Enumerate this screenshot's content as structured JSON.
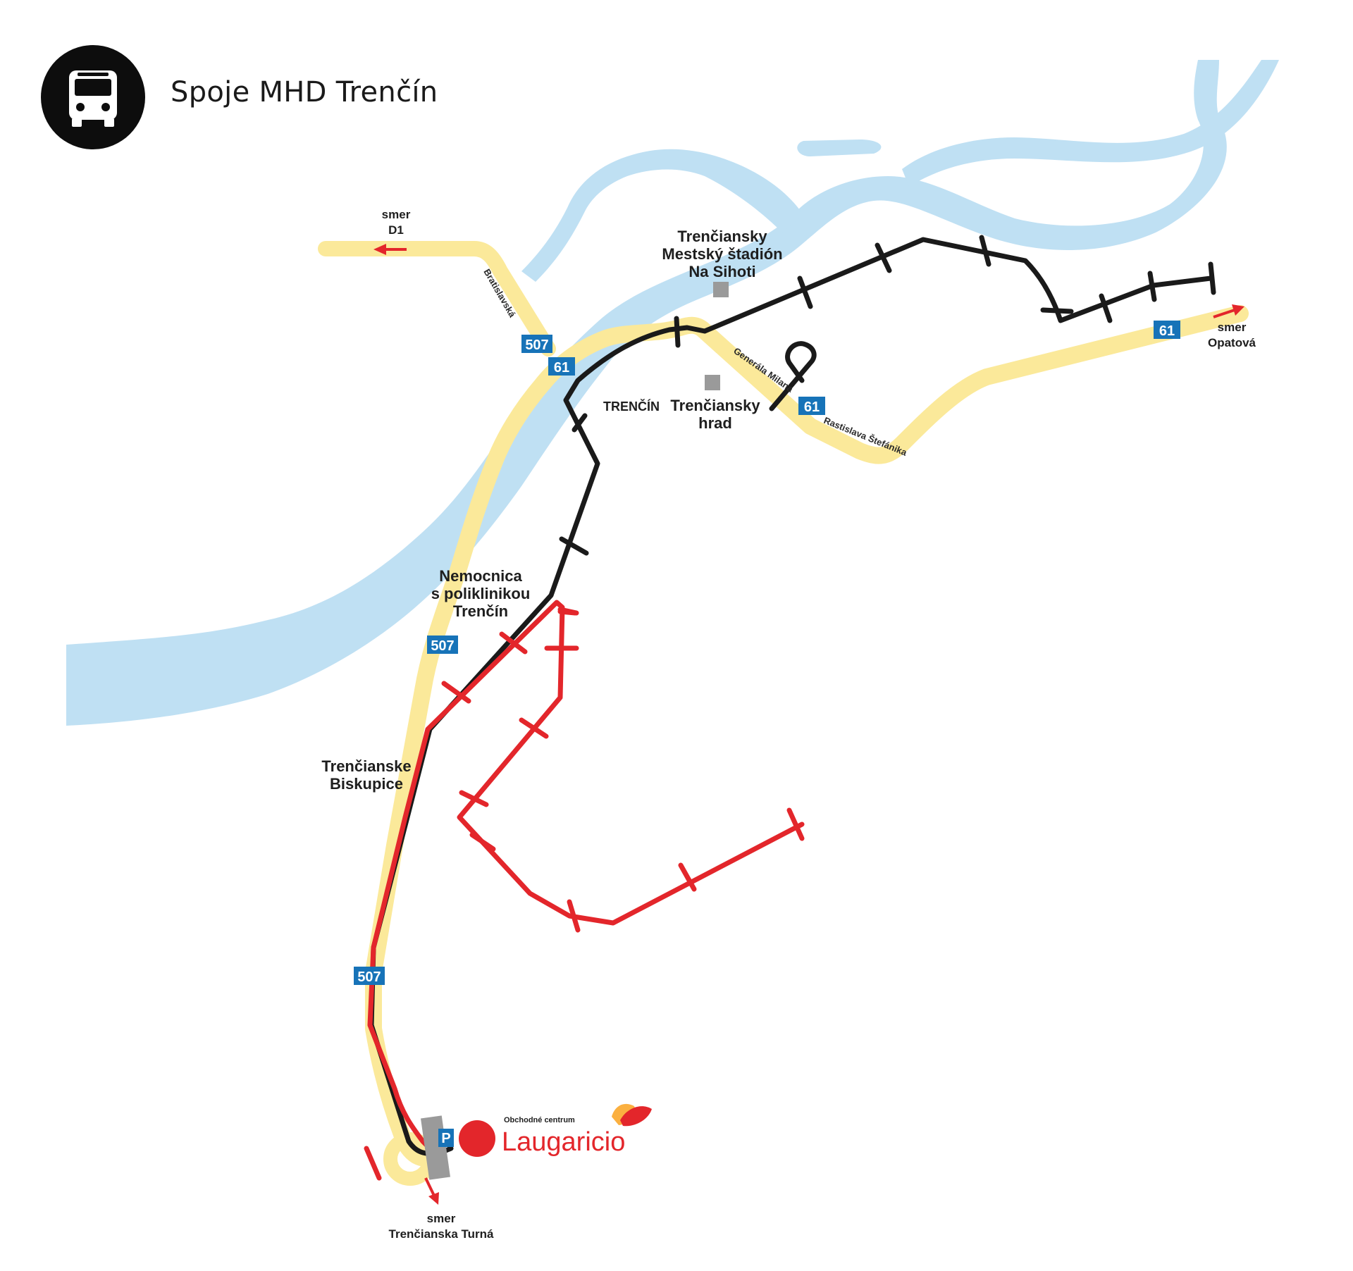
{
  "header": {
    "title": "Spoje MHD Trenčín",
    "icon": "bus-icon"
  },
  "map": {
    "place_labels": {
      "stadium": [
        "Trenčiansky",
        "Mestský štadión",
        "Na Sihoti"
      ],
      "castle": [
        "Trenčiansky",
        "hrad"
      ],
      "city": "TRENČÍN",
      "hospital": [
        "Nemocnica",
        "s poliklinikou",
        "Trenčín"
      ],
      "biskupice": [
        "Trenčianske",
        "Biskupice"
      ]
    },
    "directions": {
      "d1": [
        "smer",
        "D1"
      ],
      "opatova": [
        "smer",
        "Opatová"
      ],
      "tuma": [
        "smer",
        "Trenčianska Turná"
      ]
    },
    "streets": {
      "bratislavska": "Bratislavská",
      "generala_milana": "Generála Milana",
      "stefanika": "Rastislava Štefánika"
    },
    "road_numbers": [
      "507",
      "61",
      "507",
      "507",
      "61",
      "61"
    ],
    "parking": "P",
    "mall": {
      "subtitle": "Obchodné centrum",
      "name": "Laugaricio"
    },
    "colors": {
      "river": "#bfe0f3",
      "road": "#fbe99a",
      "line_black": "#1a1a1a",
      "line_red": "#e3262b",
      "road_badge": "#1773b8",
      "parking": "#9a9a9a",
      "arrow": "#e3262b"
    }
  }
}
